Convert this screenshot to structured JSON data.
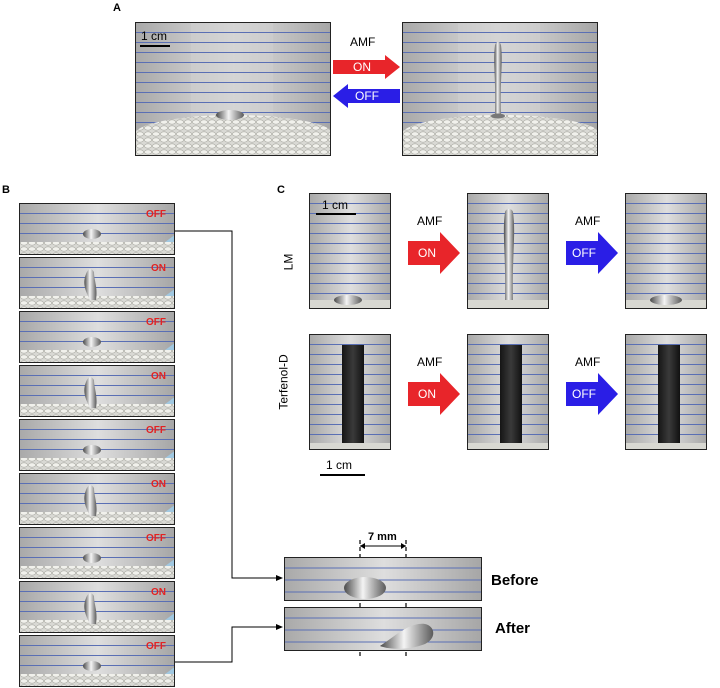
{
  "panels": {
    "a": "A",
    "b": "B",
    "c": "C"
  },
  "panel_a": {
    "scale_label": "1 cm",
    "field_label": "AMF",
    "on_label": "ON",
    "off_label": "OFF"
  },
  "panel_b": {
    "states": [
      "OFF",
      "ON",
      "OFF",
      "ON",
      "OFF",
      "ON",
      "OFF",
      "ON",
      "OFF"
    ]
  },
  "panel_c": {
    "scale_label_top": "1 cm",
    "scale_label_bottom": "1 cm",
    "row_labels": [
      "LM",
      "Terfenol-D"
    ],
    "field_label": "AMF",
    "on_label": "ON",
    "off_label": "OFF"
  },
  "inset": {
    "distance_label": "7 mm",
    "before_label": "Before",
    "after_label": "After"
  },
  "colors": {
    "on_arrow": "#e8252a",
    "off_arrow": "#2a1ee6",
    "state_text": "#e32222",
    "ruled_line": "#5a6fb4"
  }
}
